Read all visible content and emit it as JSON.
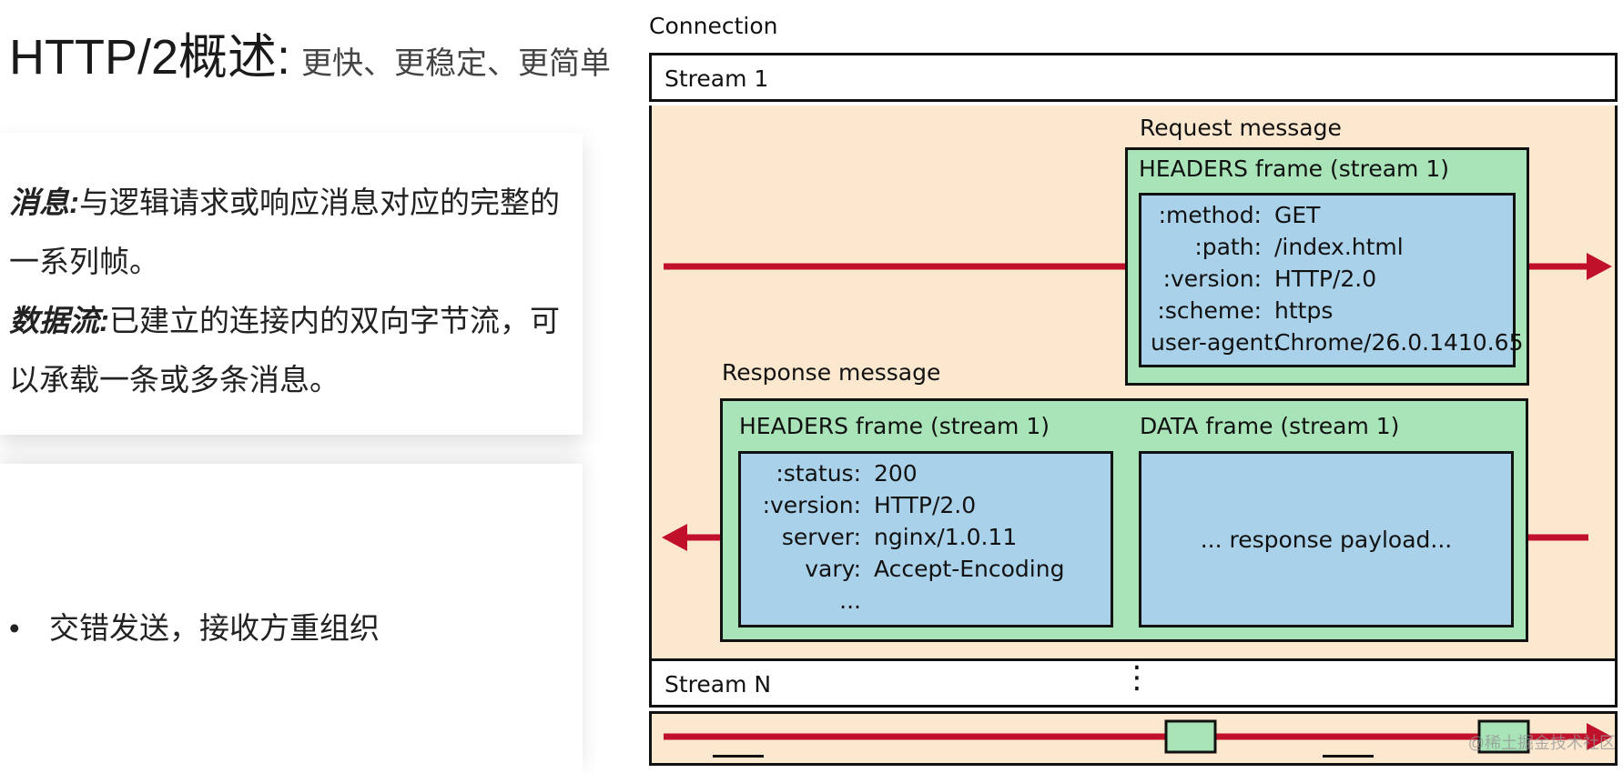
{
  "slide": {
    "title_main": "HTTP/2概述",
    "title_colon": ":",
    "title_sub": "更快、更稳定、更简单",
    "para1_term": "消息:",
    "para1_text": "与逻辑请求或响应消息对应的完整的一系列帧。",
    "para2_term": "数据流:",
    "para2_text": "已建立的连接内的双向字节流，可以承载一条或多条消息。",
    "bullet_mark": "•",
    "bullet_text": "交错发送，接收方重组织"
  },
  "diagram": {
    "connection_label": "Connection",
    "stream1_label": "Stream 1",
    "streamN_label": "Stream N",
    "ellipsis_vertical": "⋮",
    "request_message_label": "Request message",
    "request_headers_title": "HEADERS frame (stream 1)",
    "request_headers": [
      {
        "key": ":method:",
        "value": "GET"
      },
      {
        "key": ":path:",
        "value": "/index.html"
      },
      {
        "key": ":version:",
        "value": "HTTP/2.0"
      },
      {
        "key": ":scheme:",
        "value": "https"
      },
      {
        "key": "user-agent:",
        "value": "Chrome/26.0.1410.65"
      }
    ],
    "response_message_label": "Response message",
    "response_headers_title": "HEADERS frame (stream 1)",
    "response_headers": [
      {
        "key": ":status:",
        "value": "200"
      },
      {
        "key": ":version:",
        "value": "HTTP/2.0"
      },
      {
        "key": "server:",
        "value": "nginx/1.0.11"
      },
      {
        "key": "vary:",
        "value": "Accept-Encoding"
      },
      {
        "key": "...",
        "value": ""
      }
    ],
    "data_frame_title": "DATA frame (stream 1)",
    "data_payload": "... response payload...",
    "colors": {
      "stream_bg": "#fce8cf",
      "frame_green": "#a8e4b8",
      "field_blue": "#a9d2ea",
      "arrow_red": "#c0102a",
      "border": "#111111"
    }
  },
  "watermark": "@稀土掘金技术社区"
}
